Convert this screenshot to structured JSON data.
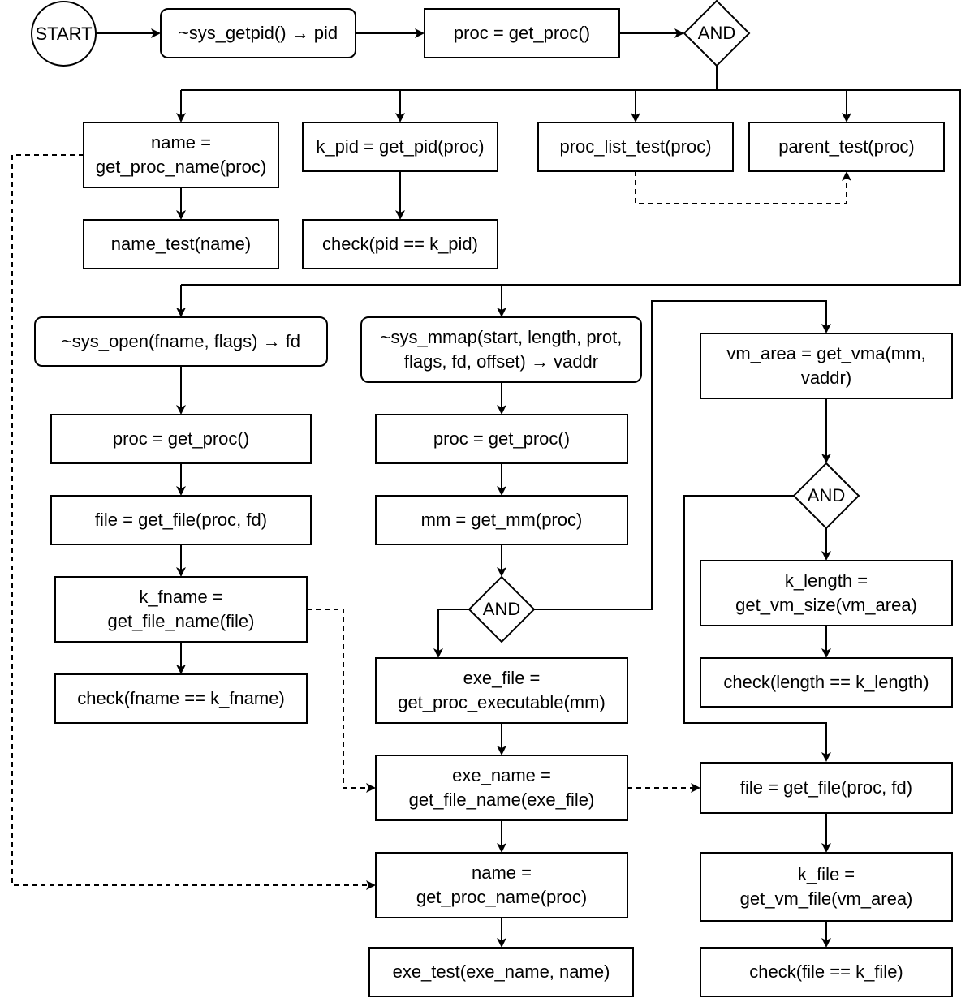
{
  "nodes": {
    "start": "START",
    "getpid": "~sys_getpid() → pid",
    "proc_top": "proc = get_proc()",
    "and1": "AND",
    "name1": "name =\nget_proc_name(proc)",
    "kpid": "k_pid = get_pid(proc)",
    "proclist": "proc_list_test(proc)",
    "parent": "parent_test(proc)",
    "nametest": "name_test(name)",
    "checkpid": "check(pid == k_pid)",
    "sysopen": "~sys_open(fname, flags) → fd",
    "sysmmap": "~sys_mmap(start, length, prot,\nflags, fd, offset) → vaddr",
    "vmarea": "vm_area = get_vma(mm,\nvaddr)",
    "proc_open": "proc = get_proc()",
    "proc_mmap": "proc = get_proc()",
    "and3": "AND",
    "file_open": "file = get_file(proc, fd)",
    "mm": "mm = get_mm(proc)",
    "klength": "k_length =\nget_vm_size(vm_area)",
    "kfname": "k_fname =\nget_file_name(file)",
    "and2": "AND",
    "checklength": "check(length == k_length)",
    "checkfname": "check(fname == k_fname)",
    "exefile": "exe_file =\nget_proc_executable(mm)",
    "exename": "exe_name =\nget_file_name(exe_file)",
    "file_mmap": "file = get_file(proc, fd)",
    "name2": "name =\nget_proc_name(proc)",
    "kfile": "k_file =\nget_vm_file(vm_area)",
    "exetest": "exe_test(exe_name, name)",
    "checkfile": "check(file == k_file)"
  }
}
